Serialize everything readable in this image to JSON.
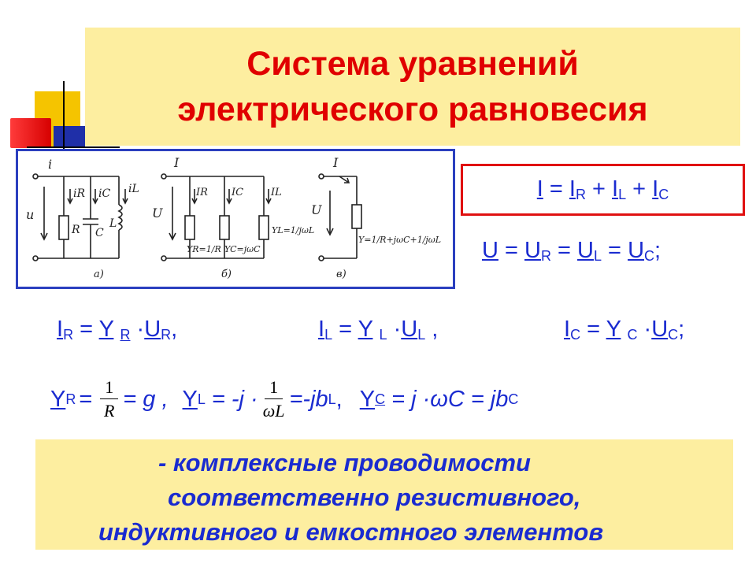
{
  "title": {
    "line1": "Система уравнений",
    "line2": "электрического равновесия"
  },
  "circuit_labels": {
    "a": {
      "i": "i",
      "u": "u",
      "iR": "iR",
      "iC": "iC",
      "iL": "iL",
      "R": "R",
      "C": "C",
      "L": "L",
      "caption": "а)"
    },
    "b": {
      "I": "I",
      "U": "U",
      "IR": "IR",
      "IC": "IC",
      "IL": "IL",
      "YR": "YR=1/R",
      "YC": "YC=jωC",
      "YL": "YL=1/jωL",
      "caption": "б)"
    },
    "c": {
      "I": "I",
      "U": "U",
      "Y": "Y=1/R+jωC+1/jωL",
      "caption": "в)"
    }
  },
  "formulas": {
    "current_sum": {
      "I": "I",
      "IR": "I",
      "R": "R",
      "IL": "I",
      "L": "L",
      "IC": "I",
      "C": "C"
    },
    "voltage_eq": {
      "U": "U",
      "UR": "U",
      "R": "R",
      "UL": "U",
      "L": "L",
      "UC": "U",
      "C": "C"
    },
    "ohm": {
      "ir": {
        "I": "I",
        "sub": "R",
        "Y": "Y",
        "ysub": "R",
        "U": "U",
        "usub": "R"
      },
      "il": {
        "I": "I",
        "sub": "L",
        "Y": "Y",
        "ysub": "L",
        "U": "U",
        "usub": "L"
      },
      "ic": {
        "I": "I",
        "sub": "C",
        "Y": "Y",
        "ysub": "C",
        "U": "U",
        "usub": "C"
      }
    },
    "admittance": {
      "yr_label": "Y",
      "yr_sub": "R",
      "yr_num": "1",
      "yr_den": "R",
      "yr_eq": "= g ,",
      "yl_label": "Y",
      "yl_sub": "L",
      "yl_pre": "= -j ·",
      "yl_num": "1",
      "yl_den": "ωL",
      "yl_eq": "=-jb",
      "yl_eqsub": "L",
      "yc_label": "Y",
      "yc_sub": "C",
      "yc_eq": "= j ·ωC = jb",
      "yc_eqsub": "C"
    }
  },
  "footnote": {
    "line1": "- комплексные проводимости",
    "line2": "соответственно резистивного,",
    "line3": "индуктивного и емкостного элементов"
  }
}
